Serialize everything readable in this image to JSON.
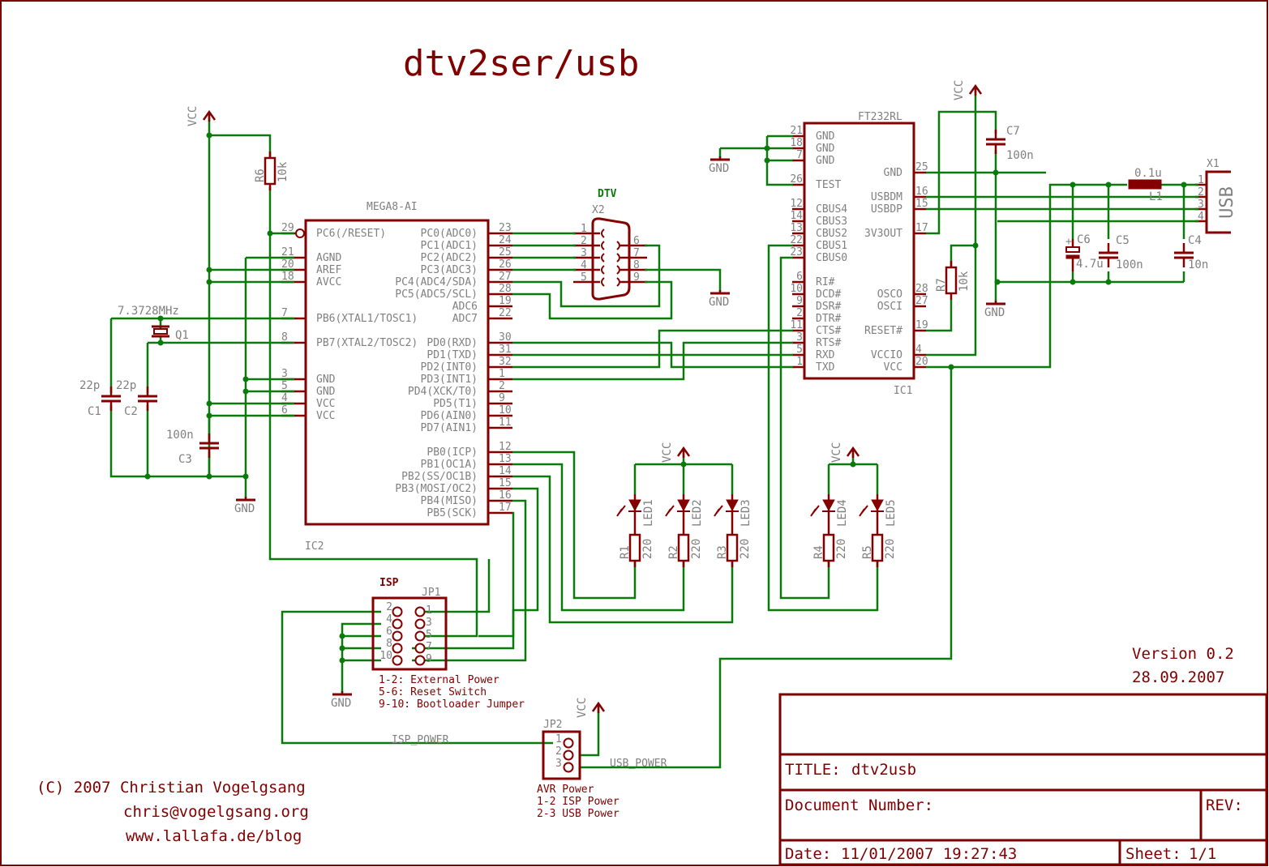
{
  "title": "dtv2ser/usb",
  "copyright": {
    "line1": "(C) 2007 Christian Vogelgsang",
    "line2": "chris@vogelgsang.org",
    "line3": "www.lallafa.de/blog"
  },
  "version": {
    "version": "Version 0.2",
    "date": "28.09.2007"
  },
  "title_block": {
    "title_label": "TITLE:",
    "title_value": "dtv2usb",
    "doc_number_label": "Document Number:",
    "rev_label": "REV:",
    "date_label": "Date:",
    "date_value": "11/01/2007 19:27:43",
    "sheet_label": "Sheet:",
    "sheet_value": "1/1"
  },
  "ic2": {
    "part": "MEGA8-AI",
    "ref": "IC2",
    "left_pins": [
      {
        "num": "29",
        "name": "PC6(/RESET)"
      },
      {
        "num": "21",
        "name": "AGND"
      },
      {
        "num": "20",
        "name": "AREF"
      },
      {
        "num": "18",
        "name": "AVCC"
      },
      {
        "num": "7",
        "name": "PB6(XTAL1/TOSC1)"
      },
      {
        "num": "8",
        "name": "PB7(XTAL2/TOSC2)"
      },
      {
        "num": "3",
        "name": "GND"
      },
      {
        "num": "5",
        "name": "GND"
      },
      {
        "num": "4",
        "name": "VCC"
      },
      {
        "num": "6",
        "name": "VCC"
      }
    ],
    "right_pins": [
      {
        "num": "23",
        "name": "PC0(ADC0)"
      },
      {
        "num": "24",
        "name": "PC1(ADC1)"
      },
      {
        "num": "25",
        "name": "PC2(ADC2)"
      },
      {
        "num": "26",
        "name": "PC3(ADC3)"
      },
      {
        "num": "27",
        "name": "PC4(ADC4/SDA)"
      },
      {
        "num": "28",
        "name": "PC5(ADC5/SCL)"
      },
      {
        "num": "19",
        "name": "ADC6"
      },
      {
        "num": "22",
        "name": "ADC7"
      },
      {
        "num": "30",
        "name": "PD0(RXD)"
      },
      {
        "num": "31",
        "name": "PD1(TXD)"
      },
      {
        "num": "32",
        "name": "PD2(INT0)"
      },
      {
        "num": "1",
        "name": "PD3(INT1)"
      },
      {
        "num": "2",
        "name": "PD4(XCK/T0)"
      },
      {
        "num": "9",
        "name": "PD5(T1)"
      },
      {
        "num": "10",
        "name": "PD6(AIN0)"
      },
      {
        "num": "11",
        "name": "PD7(AIN1)"
      },
      {
        "num": "12",
        "name": "PB0(ICP)"
      },
      {
        "num": "13",
        "name": "PB1(OC1A)"
      },
      {
        "num": "14",
        "name": "PB2(SS/OC1B)"
      },
      {
        "num": "15",
        "name": "PB3(MOSI/OC2)"
      },
      {
        "num": "16",
        "name": "PB4(MISO)"
      },
      {
        "num": "17",
        "name": "PB5(SCK)"
      }
    ]
  },
  "ic1": {
    "part": "FT232RL",
    "ref": "IC1",
    "left_pins": [
      {
        "num": "21",
        "name": "GND"
      },
      {
        "num": "18",
        "name": "GND"
      },
      {
        "num": "7",
        "name": "GND"
      },
      {
        "num": "26",
        "name": "TEST"
      },
      {
        "num": "12",
        "name": "CBUS4"
      },
      {
        "num": "14",
        "name": "CBUS3"
      },
      {
        "num": "13",
        "name": "CBUS2"
      },
      {
        "num": "22",
        "name": "CBUS1"
      },
      {
        "num": "23",
        "name": "CBUS0"
      },
      {
        "num": "6",
        "name": "RI#"
      },
      {
        "num": "10",
        "name": "DCD#"
      },
      {
        "num": "9",
        "name": "DSR#"
      },
      {
        "num": "2",
        "name": "DTR#"
      },
      {
        "num": "11",
        "name": "CTS#"
      },
      {
        "num": "3",
        "name": "RTS#"
      },
      {
        "num": "5",
        "name": "RXD"
      },
      {
        "num": "1",
        "name": "TXD"
      }
    ],
    "right_pins": [
      {
        "num": "25",
        "name": "GND"
      },
      {
        "num": "16",
        "name": "USBDM"
      },
      {
        "num": "15",
        "name": "USBDP"
      },
      {
        "num": "17",
        "name": "3V3OUT"
      },
      {
        "num": "28",
        "name": "OSCO"
      },
      {
        "num": "27",
        "name": "OSCI"
      },
      {
        "num": "19",
        "name": "RESET#"
      },
      {
        "num": "4",
        "name": "VCCIO"
      },
      {
        "num": "20",
        "name": "VCC"
      }
    ]
  },
  "x2": {
    "label": "DTV",
    "ref": "X2",
    "pins_left": [
      "1",
      "2",
      "3",
      "4",
      "5"
    ],
    "pins_right": [
      "6",
      "7",
      "8",
      "9"
    ]
  },
  "x1": {
    "ref": "X1",
    "label": "USB",
    "pins": [
      "1",
      "2",
      "3",
      "4"
    ]
  },
  "l1": {
    "ref": "L1",
    "value": "0.1u"
  },
  "q1": {
    "ref": "Q1",
    "value": "7.3728MHz"
  },
  "capacitors": [
    {
      "ref": "C1",
      "value": "22p"
    },
    {
      "ref": "C2",
      "value": "22p"
    },
    {
      "ref": "C3",
      "value": "100n"
    },
    {
      "ref": "C4",
      "value": "10n"
    },
    {
      "ref": "C5",
      "value": "100n"
    },
    {
      "ref": "C6",
      "value": "4.7u"
    },
    {
      "ref": "C7",
      "value": "100n"
    }
  ],
  "resistors": [
    {
      "ref": "R1",
      "value": "220"
    },
    {
      "ref": "R2",
      "value": "220"
    },
    {
      "ref": "R3",
      "value": "220"
    },
    {
      "ref": "R4",
      "value": "220"
    },
    {
      "ref": "R5",
      "value": "220"
    },
    {
      "ref": "R6",
      "value": "10k"
    },
    {
      "ref": "R7",
      "value": "10k"
    }
  ],
  "leds": [
    "LED1",
    "LED2",
    "LED3",
    "LED4",
    "LED5"
  ],
  "supply": {
    "vcc": "VCC",
    "gnd": "GND"
  },
  "jp1": {
    "label": "ISP",
    "ref": "JP1",
    "pins_left": [
      "2",
      "4",
      "6",
      "8",
      "10"
    ],
    "pins_right": [
      "1",
      "3",
      "5",
      "7",
      "9"
    ],
    "notes": [
      "1-2: External Power",
      "5-6: Reset Switch",
      "9-10: Bootloader Jumper"
    ]
  },
  "jp2": {
    "ref": "JP2",
    "pins": [
      "1",
      "2",
      "3"
    ],
    "notes": [
      "AVR Power",
      "1-2 ISP Power",
      "2-3 USB Power"
    ]
  },
  "nets": {
    "isp_power": "ISP_POWER",
    "usb_power": "USB_POWER"
  }
}
